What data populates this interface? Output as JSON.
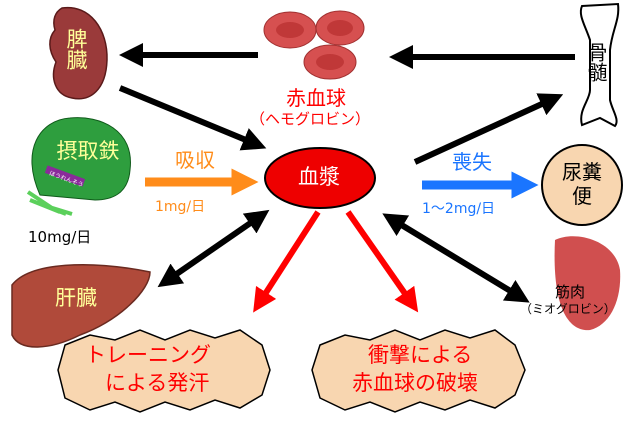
{
  "colors": {
    "plasma": "#ee0000",
    "absorb": "#ff8c1a",
    "loss": "#1a75ff",
    "excretion": "#f8d6b0",
    "loss_red": "#ff0000",
    "label_yellow": "#ffff99"
  },
  "nodes": {
    "spleen": "脾臓",
    "rbc": {
      "label": "赤血球",
      "sub": "（ヘモグロビン）"
    },
    "bone_marrow": "骨髄",
    "dietary_iron": {
      "label": "摂取鉄",
      "band": "ほうれんそう",
      "amount": "10mg/日"
    },
    "plasma": "血漿",
    "excretion": "尿糞便",
    "liver": "肝臓",
    "muscle": {
      "label": "筋肉",
      "sub": "（ミオグロビン）"
    },
    "sweat": [
      "トレーニング",
      "による発汗"
    ],
    "hemolysis": [
      "衝撃による",
      "赤血球の破壊"
    ]
  },
  "edges": {
    "absorption": {
      "label": "吸収",
      "amount": "1mg/日"
    },
    "loss": {
      "label": "喪失",
      "amount": "1〜2mg/日"
    }
  }
}
